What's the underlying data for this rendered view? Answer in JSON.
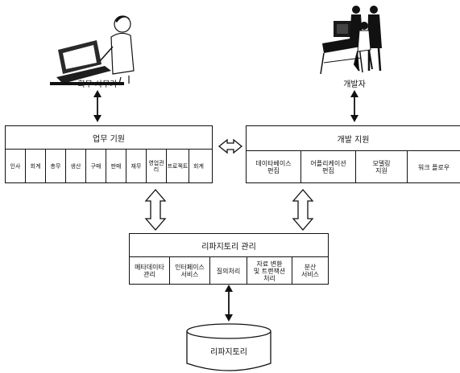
{
  "users": {
    "office_worker": "회무 사무가",
    "developer": "개발자"
  },
  "business_support": {
    "title": "업무 기원",
    "modules": [
      "인사",
      "회계",
      "총무",
      "생산",
      "구매",
      "판매",
      "재무",
      "영업관리",
      "프로젝트",
      "회계"
    ]
  },
  "dev_support": {
    "title": "개발 지원",
    "tools": [
      "데이타베이스\n편집",
      "어플리케이션\n편집",
      "모델링\n지원",
      "워크 플로우"
    ]
  },
  "repo_mgmt": {
    "title": "리파지토리 관리",
    "functions": [
      "메타데이타\n관리",
      "인터페이스\n서비스",
      "질의처리",
      "자료 변환\n및 트랜잭션\n처리",
      "분산\n서비스"
    ]
  },
  "database": {
    "label": "리파지토리"
  }
}
